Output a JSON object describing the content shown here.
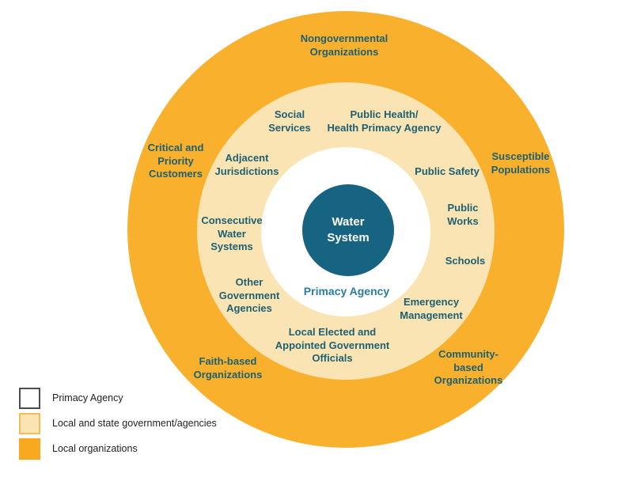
{
  "diagram": {
    "center_label": "Water\nSystem",
    "inner_label": "Primacy Agency",
    "middle_labels": [
      "Social\nServices",
      "Public Health/\nHealth Primacy Agency",
      "Adjacent\nJurisdictions",
      "Public Safety",
      "Consecutive\nWater\nSystems",
      "Public\nWorks",
      "Schools",
      "Other\nGovernment\nAgencies",
      "Emergency\nManagement",
      "Local Elected and\nAppointed Government\nOfficials"
    ],
    "outer_labels": [
      "Nongovernmental\nOrganizations",
      "Critical and\nPriority\nCustomers",
      "Susceptible\nPopulations",
      "Faith-based\nOrganizations",
      "Community-\nbased\nOrganizations"
    ]
  },
  "legend": {
    "items": [
      {
        "label": "Primacy Agency",
        "swatch_color": "#FFFFFF"
      },
      {
        "label": "Local and state government/agencies",
        "swatch_color": "#FBE4B3"
      },
      {
        "label": "Local organizations",
        "swatch_color": "#F8A91F"
      }
    ]
  },
  "colors": {
    "outer_ring": "#F9B02C",
    "middle_ring": "#FBE4B3",
    "inner_ring": "#FFFFFF",
    "center_circle": "#176382",
    "label_text": "#1E6072",
    "primacy_label_text": "#2B7CA3",
    "legend_text": "#231F20"
  }
}
